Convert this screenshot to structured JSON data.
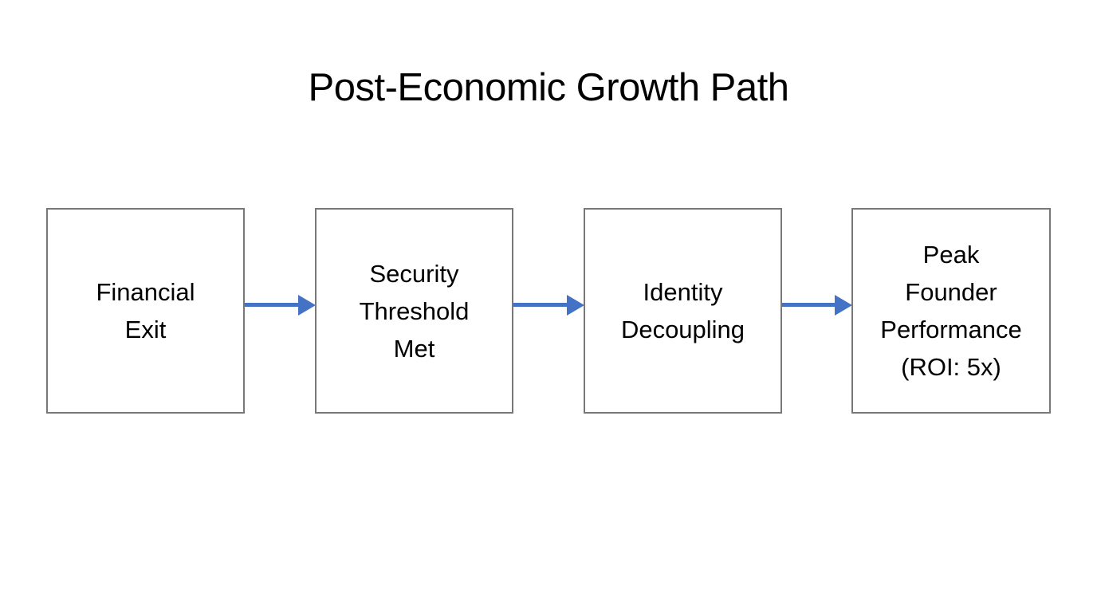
{
  "title": "Post-Economic Growth Path",
  "colors": {
    "background": "#ffffff",
    "text": "#000000",
    "box_border": "#787878",
    "arrow": "#4472C4"
  },
  "flowchart": {
    "type": "flowchart",
    "direction": "left-to-right",
    "nodes": [
      {
        "id": "financial-exit",
        "label": "Financial\nExit"
      },
      {
        "id": "security-threshold-met",
        "label": "Security\nThreshold\nMet"
      },
      {
        "id": "identity-decoupling",
        "label": "Identity\nDecoupling"
      },
      {
        "id": "peak-founder-performance",
        "label": "Peak\nFounder\nPerformance\n(ROI: 5x)"
      }
    ],
    "connections": [
      {
        "from": "financial-exit",
        "to": "security-threshold-met"
      },
      {
        "from": "security-threshold-met",
        "to": "identity-decoupling"
      },
      {
        "from": "identity-decoupling",
        "to": "peak-founder-performance"
      }
    ]
  }
}
